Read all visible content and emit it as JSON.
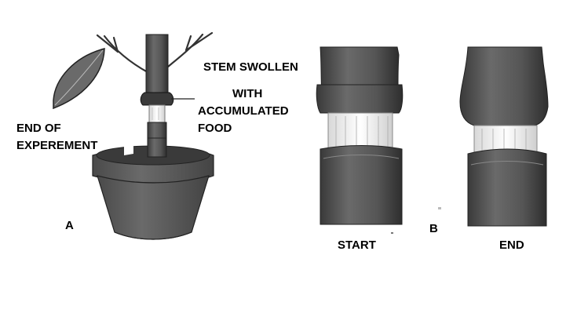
{
  "labels": {
    "end_of_experiment_line1": "END OF",
    "end_of_experiment_line2": "EXPEREMENT",
    "stem_swollen": "STEM SWOLLEN",
    "with": "WITH",
    "accumulated": "ACCUMULATED",
    "food": "FOOD",
    "panel_a": "A",
    "panel_b": "B",
    "start": "START",
    "end": "END"
  },
  "colors": {
    "bark": "#555555",
    "bark_dark": "#2e2e2e",
    "bark_light": "#7a7a7a",
    "wood": "#f4f4f4",
    "pot": "#5a5a5a",
    "pot_rim": "#6e6e6e",
    "soil": "#3a3a3a",
    "leaf": "#666666",
    "ink": "#000000"
  }
}
